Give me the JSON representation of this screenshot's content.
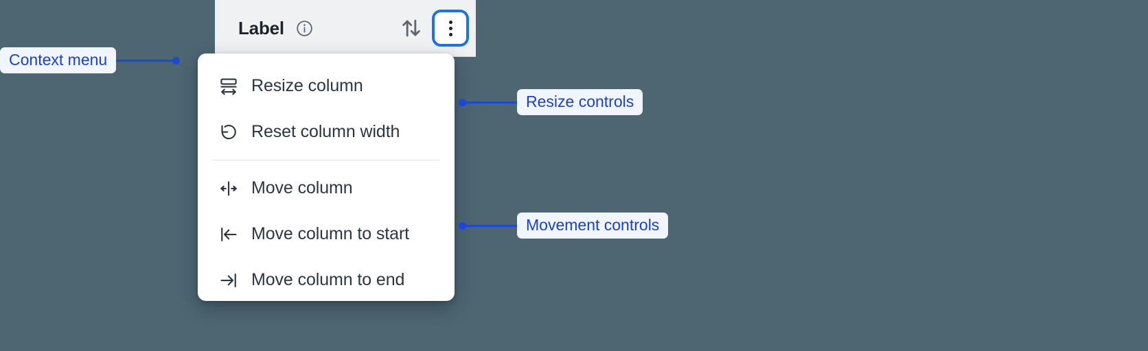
{
  "background_color": "#4d6672",
  "accent_color": "#1a48de",
  "column_header": {
    "title": "Label",
    "info_icon": "info-circle-icon",
    "sort_icon": "sort-arrows-icon",
    "menu_button_icon": "kebab-vertical-icon",
    "menu_button_focused": true,
    "background_color": "#eff1f3"
  },
  "context_menu": {
    "groups": [
      {
        "name": "resize",
        "items": [
          {
            "label": "Resize column",
            "icon": "resize-column-icon"
          },
          {
            "label": "Reset column width",
            "icon": "reset-undo-icon"
          }
        ]
      },
      {
        "name": "movement",
        "items": [
          {
            "label": "Move column",
            "icon": "move-horizontal-icon"
          },
          {
            "label": "Move column to start",
            "icon": "move-to-start-icon"
          },
          {
            "label": "Move column to end",
            "icon": "move-to-end-icon"
          }
        ]
      }
    ]
  },
  "annotations": [
    {
      "id": "context-menu",
      "label": "Context menu",
      "side": "left"
    },
    {
      "id": "resize-controls",
      "label": "Resize controls",
      "side": "right"
    },
    {
      "id": "movement-controls",
      "label": "Movement controls",
      "side": "right"
    }
  ]
}
